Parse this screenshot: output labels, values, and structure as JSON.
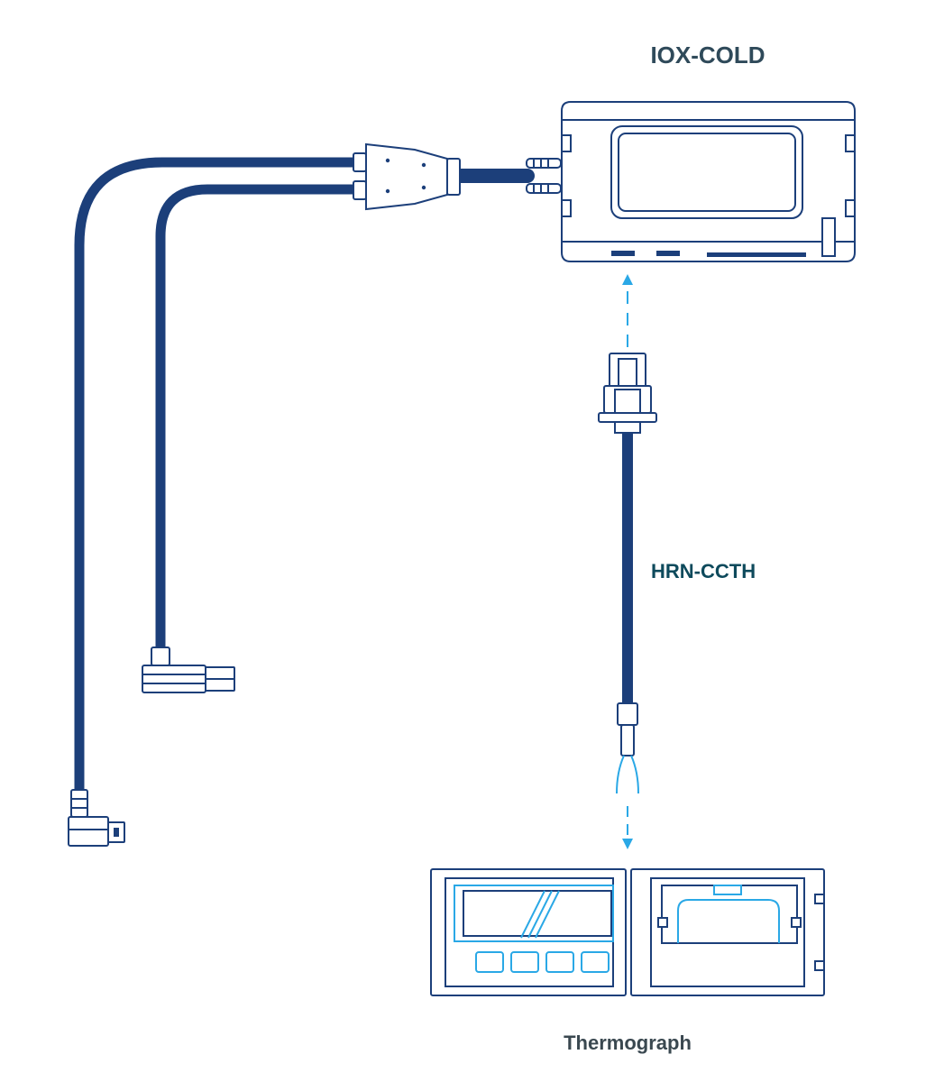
{
  "labels": {
    "device": "IOX-COLD",
    "harness": "HRN-CCTH",
    "thermograph": "Thermograph"
  },
  "colors": {
    "cable": "#1c3f7a",
    "outline": "#1c3f7a",
    "accent": "#2aa8e6",
    "device_label": "#2f4a5a",
    "harness_label": "#0e4a5c",
    "thermo_label": "#3a4850"
  }
}
